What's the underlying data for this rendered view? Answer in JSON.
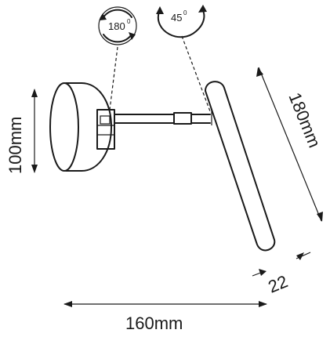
{
  "diagram": {
    "rotation_base": {
      "value": "180",
      "unit": "0"
    },
    "rotation_arm": {
      "value": "45",
      "unit": "0"
    },
    "height_label": "100mm",
    "width_label": "160mm",
    "length_label": "180mm",
    "diameter_label": "22"
  }
}
